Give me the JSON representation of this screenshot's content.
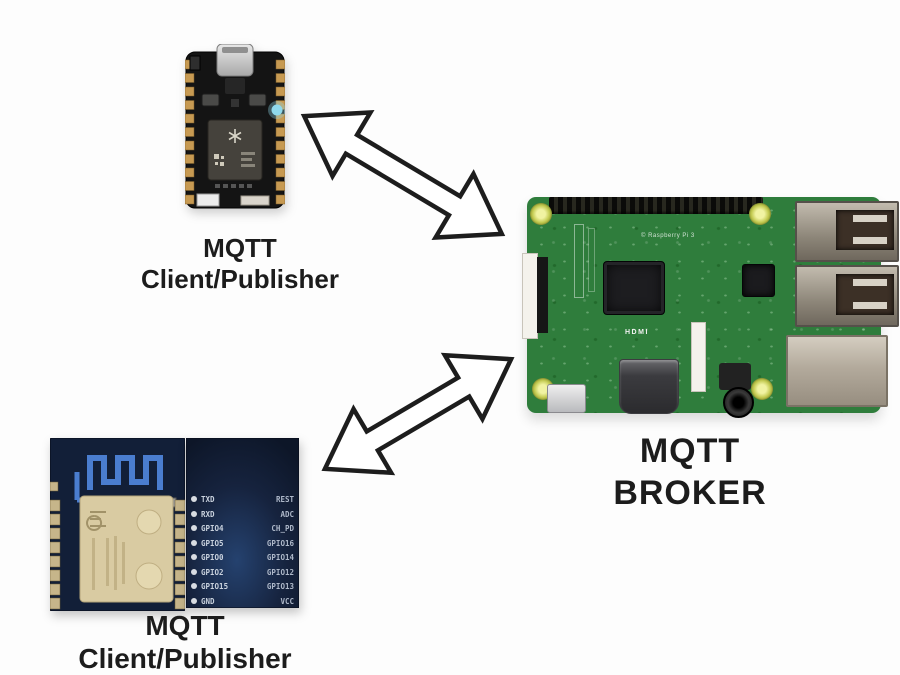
{
  "diagram": {
    "nodes": {
      "photon_client": {
        "device": "particle-photon",
        "caption": [
          "MQTT",
          "Client/Publisher"
        ]
      },
      "esp_client": {
        "device": "esp8266-esp12",
        "caption": [
          "MQTT",
          "Client/Publisher"
        ],
        "pins_left": [
          "TXD",
          "RXD",
          "GPIO4",
          "GPIO5",
          "GPIO0",
          "GPIO2",
          "GPIO15",
          "GND"
        ],
        "pins_right": [
          "REST",
          "ADC",
          "CH_PD",
          "GPIO16",
          "GPIO14",
          "GPIO12",
          "GPIO13",
          "VCC"
        ]
      },
      "broker": {
        "device": "raspberry-pi-3",
        "caption": [
          "MQTT",
          "BROKER"
        ],
        "silkscreen_hdmi": "HDMI",
        "silkscreen_top": "© Raspberry Pi 3"
      }
    },
    "connections": [
      {
        "from": "photon_client",
        "to": "broker",
        "bidirectional": true
      },
      {
        "from": "esp_client",
        "to": "broker",
        "bidirectional": true
      }
    ],
    "colors": {
      "background": "#fdfdfd",
      "caption": "#1c1c1c",
      "arrow_fill": "#ffffff",
      "arrow_stroke": "#1d1d1d",
      "pi_green": "#2f7d3c",
      "pi_hole_yellow": "#c3ca50",
      "esp_pcb": "#121f38",
      "esp_antenna": "#4f86dc",
      "esp_shield": "#d9cba2",
      "photon_pcb": "#141414",
      "photon_led": "#8fd9ec"
    }
  }
}
